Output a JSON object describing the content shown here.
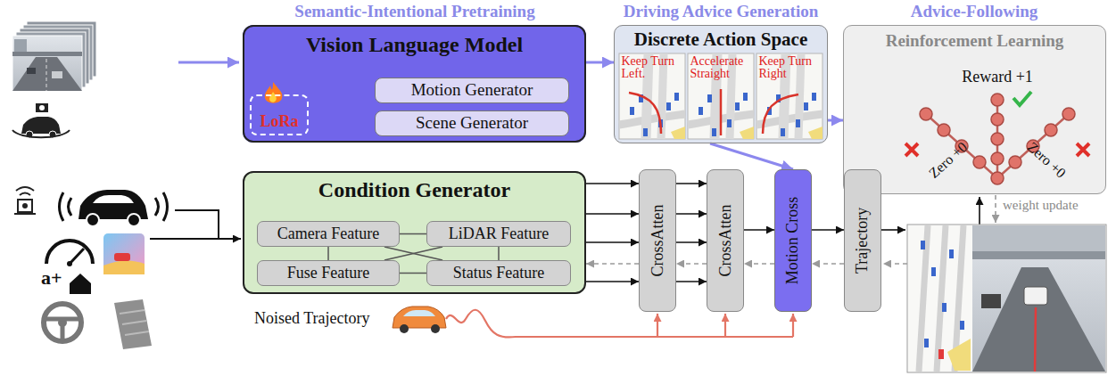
{
  "diagram": {
    "nodes": [
      {
        "text": [
          "Vision Language Model"
        ]
      },
      {
        "text": [
          "LoRa"
        ],
        "in": 0
      },
      {
        "text": [
          "Motion Generator"
        ],
        "in": 0
      },
      {
        "text": [
          "Scene Generator"
        ],
        "in": 0
      },
      {
        "text": [
          "Discrete Action Space"
        ]
      },
      {
        "text": [
          "Keep Turn Left."
        ],
        "in": 4
      },
      {
        "text": [
          "Accelerate Straight"
        ],
        "in": 4
      },
      {
        "text": [
          "Keep Turn Right"
        ],
        "in": 4
      },
      {
        "text": [
          "Reinforcement Learning"
        ]
      },
      {
        "text": [
          "Condition Generator"
        ]
      },
      {
        "text": [
          "Camera Feature"
        ],
        "in": 9
      },
      {
        "text": [
          "LiDAR Feature"
        ],
        "in": 9
      },
      {
        "text": [
          "Fuse Feature"
        ],
        "in": 9
      },
      {
        "text": [
          "Status Feature"
        ],
        "in": 9
      },
      {
        "text": [
          "CrossAtten"
        ]
      },
      {
        "text": [
          "CrossAtten"
        ]
      },
      {
        "text": [
          "Motion Cross"
        ]
      },
      {
        "text": [
          "Trajectory"
        ]
      }
    ],
    "edges": [
      {
        "from": 0,
        "to": 4,
        "arrow": "to"
      },
      {
        "from": 4,
        "to": 8,
        "arrow": "to"
      },
      {
        "from": 4,
        "to": 16,
        "arrow": "to"
      },
      {
        "from": 9,
        "to": 14,
        "arrow": "to"
      },
      {
        "from": 14,
        "to": 15,
        "arrow": "to"
      },
      {
        "from": 15,
        "to": 16,
        "arrow": "to"
      },
      {
        "from": 16,
        "to": 17,
        "arrow": "to"
      },
      {
        "from": 17,
        "to": 16,
        "arrow": "to"
      },
      {
        "from": 16,
        "to": 15,
        "arrow": "to"
      },
      {
        "from": 15,
        "to": 14,
        "arrow": "to"
      },
      {
        "from": 14,
        "to": 9,
        "arrow": "to"
      },
      {
        "from": 10,
        "to": 11,
        "arrow": "none"
      },
      {
        "from": 10,
        "to": 12,
        "arrow": "none"
      },
      {
        "from": 11,
        "to": 13,
        "arrow": "none"
      },
      {
        "from": 12,
        "to": 13,
        "arrow": "none"
      },
      {
        "from": 10,
        "to": 13,
        "arrow": "none"
      },
      {
        "from": 11,
        "to": 12,
        "arrow": "none"
      }
    ],
    "labels": [
      "Semantic-Intentional Pretraining",
      "Driving Advice Generation",
      "Advice-Following",
      "a+",
      "Reward +1",
      "Zero +0",
      "Zero +0",
      "Noised Trajectory",
      "weight update"
    ]
  }
}
